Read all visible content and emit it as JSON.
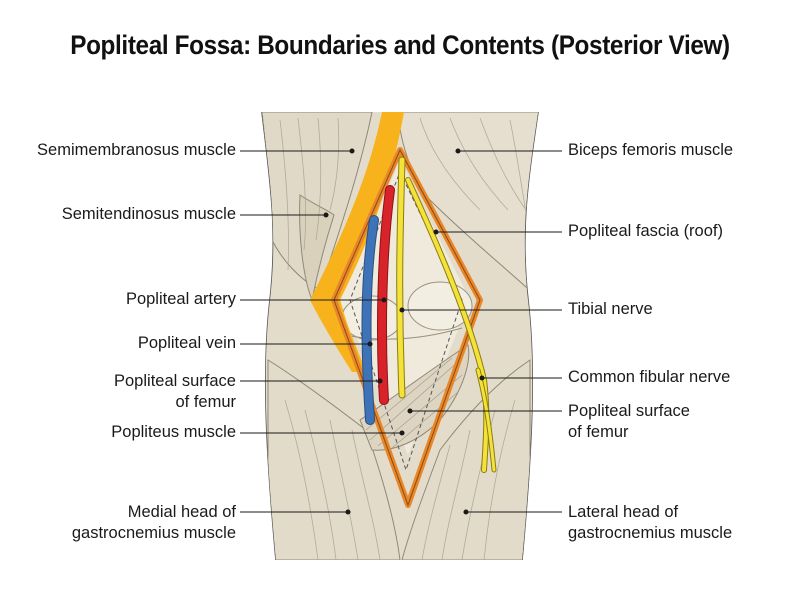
{
  "title": "Popliteal Fossa: Boundaries and Contents (Posterior View)",
  "labels_left": [
    {
      "id": "semimembranosus",
      "lines": [
        "Semimembranosus muscle"
      ]
    },
    {
      "id": "semitendinosus",
      "lines": [
        "Semitendinosus muscle"
      ]
    },
    {
      "id": "popliteal-artery",
      "lines": [
        "Popliteal artery"
      ]
    },
    {
      "id": "popliteal-vein",
      "lines": [
        "Popliteal vein"
      ]
    },
    {
      "id": "popliteal-surface-femur-left",
      "lines": [
        "Popliteal surface",
        "of femur"
      ]
    },
    {
      "id": "popliteus",
      "lines": [
        "Popliteus muscle"
      ]
    },
    {
      "id": "medial-gastrocnemius",
      "lines": [
        "Medial head of",
        "gastrocnemius muscle"
      ]
    }
  ],
  "labels_right": [
    {
      "id": "biceps-femoris",
      "lines": [
        "Biceps femoris muscle"
      ]
    },
    {
      "id": "popliteal-fascia",
      "lines": [
        "Popliteal fascia (roof)"
      ]
    },
    {
      "id": "tibial-nerve",
      "lines": [
        "Tibial nerve"
      ]
    },
    {
      "id": "common-fibular-nerve",
      "lines": [
        "Common fibular nerve"
      ]
    },
    {
      "id": "popliteal-surface-femur-right",
      "lines": [
        "Popliteal surface",
        "of femur"
      ]
    },
    {
      "id": "lateral-gastrocnemius",
      "lines": [
        "Lateral head of",
        "gastrocnemius muscle"
      ]
    }
  ],
  "colors": {
    "muscle": "#e3dccb",
    "muscle_stroke": "#8f8877",
    "fascia_orange": "#e8862a",
    "fat_yellow": "#f7b21c",
    "artery_red": "#d8232a",
    "vein_blue": "#3f73b8",
    "nerve_yellow": "#f4e23a",
    "bone": "#efeadc"
  }
}
